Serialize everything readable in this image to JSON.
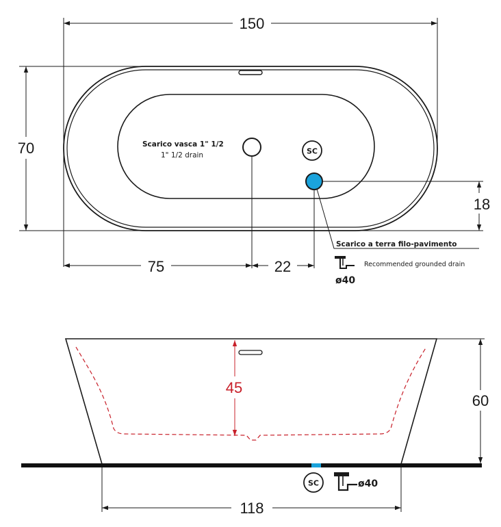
{
  "top_view": {
    "width_dim": "150",
    "depth_dim": "70",
    "drain_offset_dim": "75",
    "floor_drain_offset_dim": "22",
    "floor_drain_edge_dim": "18",
    "tub_drain_label": "Scarico vasca 1\" 1/2",
    "tub_drain_label_en": "1\" 1/2  drain",
    "sc_badge": "SC",
    "floor_drain_title": "Scarico a terra filo-pavimento",
    "floor_drain_subtitle": "Recommended grounded drain",
    "floor_drain_diameter": "ø40",
    "floor_drain_color": "#1aa3dc"
  },
  "side_view": {
    "water_depth_dim": "45",
    "water_depth_color": "#c8202a",
    "height_dim": "60",
    "base_dim": "118",
    "sc_badge": "SC",
    "drain_diameter": "ø40",
    "drain_marker_color": "#1aa3dc"
  }
}
